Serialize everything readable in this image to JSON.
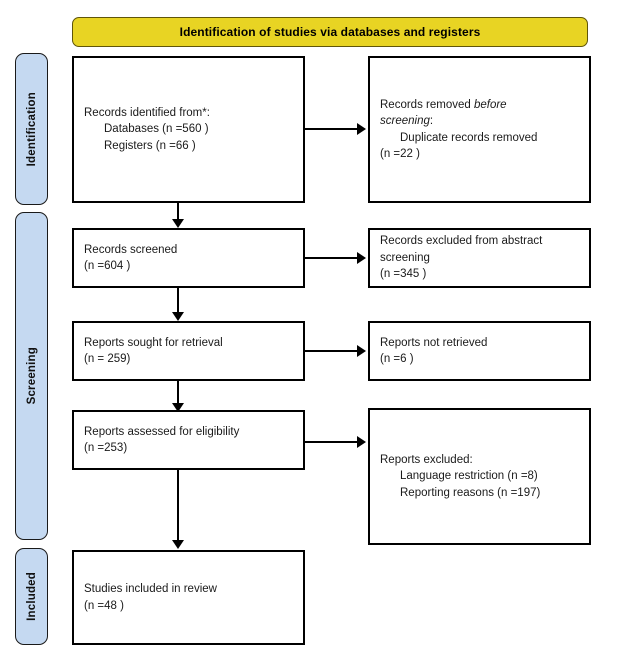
{
  "banner": {
    "label": "Identification of studies via databases and registers",
    "color": "#e8d423"
  },
  "phases": [
    {
      "label": "Identification",
      "color": "#c5d9f1"
    },
    {
      "label": "Screening",
      "color": "#c5d9f1"
    },
    {
      "label": "Included",
      "color": "#c5d9f1"
    }
  ],
  "boxes": {
    "identified": {
      "line1": "Records identified from*:",
      "line2": "Databases (n =560 )",
      "line3": "Registers (n =66 )"
    },
    "removed": {
      "line1_a": "Records removed ",
      "line1_b": "before",
      "line2_a": "screening",
      "line2_b": ":",
      "line3": "Duplicate records removed",
      "line4": "(n =22 )"
    },
    "screened": {
      "line1": "Records screened",
      "line2": "(n =604 )"
    },
    "excluded_abstract": {
      "line1": "Records excluded from abstract",
      "line2": "screening",
      "line3": "(n =345 )"
    },
    "sought": {
      "line1": "Reports sought for retrieval",
      "line2": "(n = 259)"
    },
    "not_retrieved": {
      "line1": "Reports not retrieved",
      "line2": "(n =6 )"
    },
    "assessed": {
      "line1": "Reports assessed for eligibility",
      "line2": "(n =253)"
    },
    "excluded_reports": {
      "line1": "Reports excluded:",
      "line2": "Language restriction (n =8)",
      "line3": "Reporting reasons (n =197)"
    },
    "included": {
      "line1": "Studies included in review",
      "line2": "(n =48 )"
    }
  }
}
